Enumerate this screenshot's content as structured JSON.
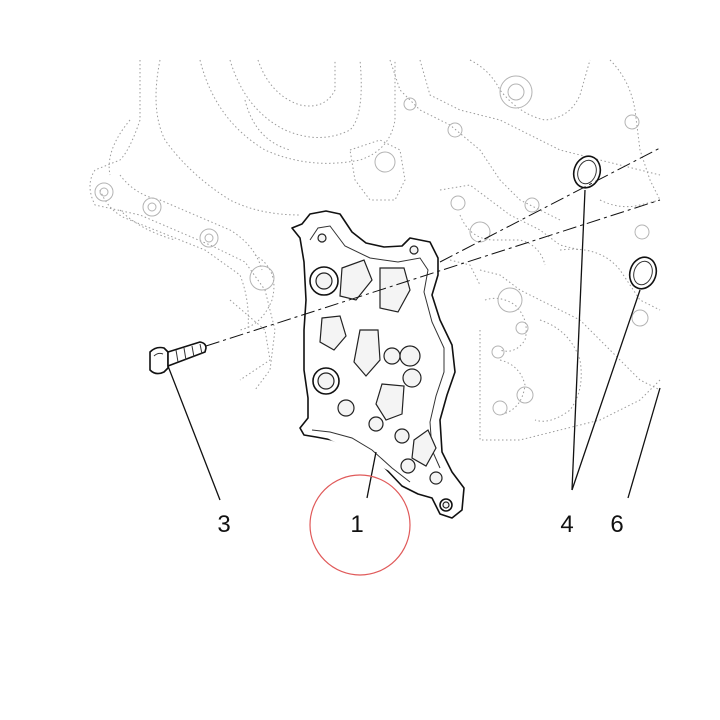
{
  "callouts": {
    "part_1": "1",
    "part_3": "3",
    "part_4": "4",
    "part_6": "6"
  },
  "highlight": {
    "target": "1",
    "color": "#e05a5a"
  },
  "colors": {
    "line": "#111111",
    "background_line": "#9a9a9a",
    "paper": "#ffffff"
  },
  "icons": [
    "engine-block-outline",
    "cover-plate",
    "bolt",
    "o-ring"
  ]
}
